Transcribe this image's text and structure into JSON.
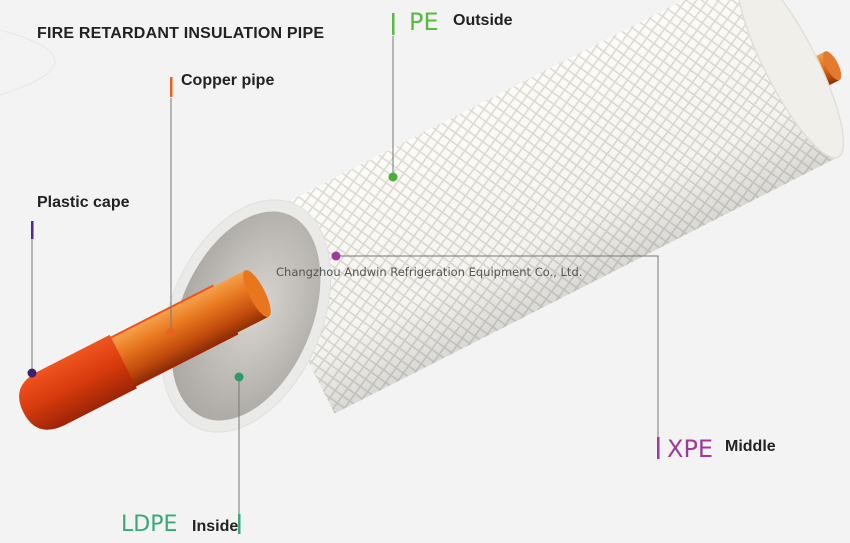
{
  "diagram": {
    "title": "FIRE RETARDANT INSULATION PIPE",
    "watermark": "Changzhou Andwin Refrigeration Equipment Co., Ltd.",
    "labels": {
      "pe": {
        "abbr": "PE",
        "desc": "Outside",
        "color": "#5bb840"
      },
      "copper": {
        "desc": "Copper pipe",
        "color": "#e8641a"
      },
      "plastic_cap": {
        "desc": "Plastic cape",
        "color": "#4a2d8a"
      },
      "xpe": {
        "abbr": "XPE",
        "desc": "Middle",
        "color": "#9c3b9c"
      },
      "ldpe": {
        "abbr": "LDPE",
        "desc": "Inside",
        "color": "#3aa878"
      }
    }
  }
}
